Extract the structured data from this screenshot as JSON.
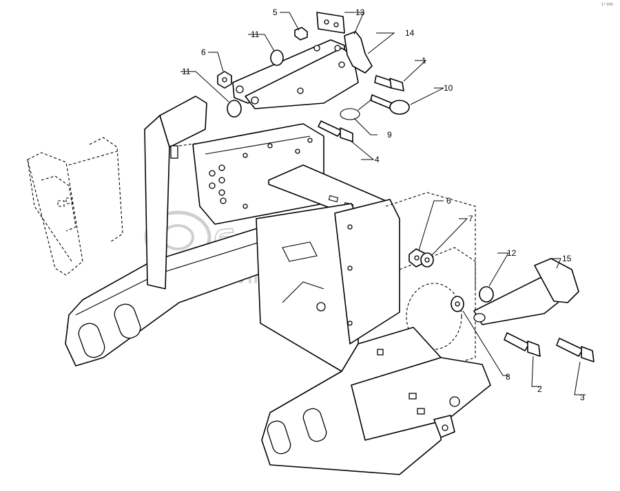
{
  "watermark": {
    "brand": "белагро",
    "tagline": "ГРУППА КОМПАНИЙ"
  },
  "corner_note": "1* 000",
  "callouts": [
    {
      "id": "c13",
      "text": "13"
    },
    {
      "id": "c5",
      "text": "5"
    },
    {
      "id": "c11a",
      "text": "11"
    },
    {
      "id": "c14",
      "text": "14"
    },
    {
      "id": "c6a",
      "text": "6"
    },
    {
      "id": "c1",
      "text": "1"
    },
    {
      "id": "c11b",
      "text": "11"
    },
    {
      "id": "c10",
      "text": "10"
    },
    {
      "id": "c9",
      "text": "9"
    },
    {
      "id": "c4",
      "text": "4"
    },
    {
      "id": "c6b",
      "text": "6"
    },
    {
      "id": "c7",
      "text": "7"
    },
    {
      "id": "c12",
      "text": "12"
    },
    {
      "id": "c15",
      "text": "15"
    },
    {
      "id": "c8",
      "text": "8"
    },
    {
      "id": "c2",
      "text": "2"
    },
    {
      "id": "c3",
      "text": "3"
    }
  ]
}
